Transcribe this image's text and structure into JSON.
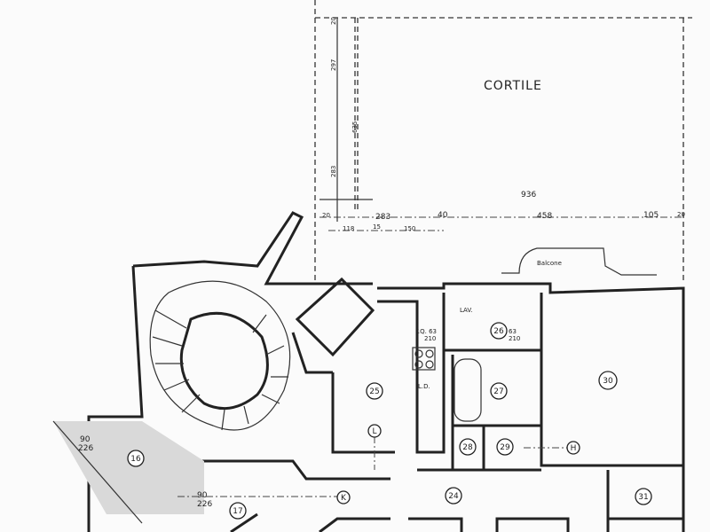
{
  "courtyard_label": "CORTILE",
  "balcony_label": "Balcone",
  "dimensions": {
    "top_total": "936",
    "seg_283": "283",
    "seg_40": "40",
    "seg_458": "458",
    "seg_105": "105",
    "seg_20_left": "20",
    "seg_20_right": "20",
    "sub_118": "118",
    "sub_15": "15",
    "sub_150": "150",
    "vert_20": "20",
    "vert_297": "297",
    "vert_635": "635",
    "vert_283": "283"
  },
  "labels": {
    "lav": "LAV.",
    "fq": "F.Q. 63",
    "fq_h": "210",
    "door_63": "63",
    "door_63_h": "210",
    "ld": "L.D.",
    "stair_ratio_top": "90",
    "stair_ratio_bottom": "226",
    "stair_ratio2_top": "90",
    "stair_ratio2_bottom": "226"
  },
  "rooms": [
    "16",
    "17",
    "24",
    "25",
    "26",
    "27",
    "28",
    "29",
    "30",
    "31"
  ],
  "markers": [
    "L",
    "K",
    "H"
  ]
}
